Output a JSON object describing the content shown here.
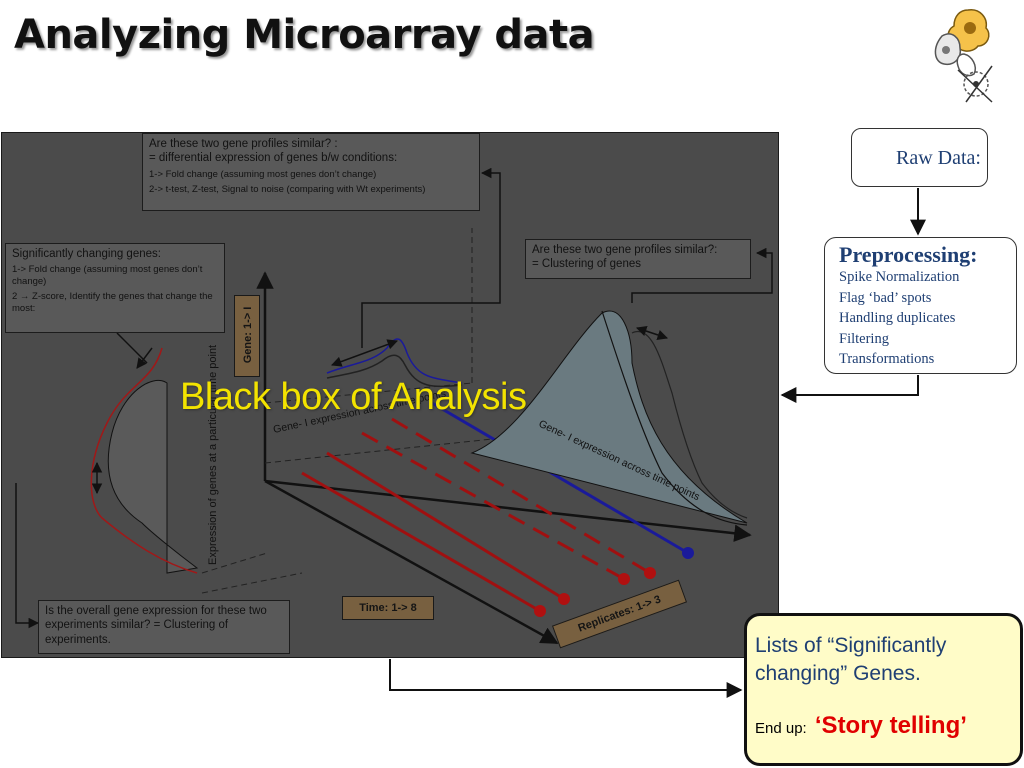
{
  "title": "Analyzing Microarray data",
  "colors": {
    "panel_bg": "#4b4b4b",
    "box_text": "#1f3f73",
    "highlight_yellow": "#f3e300",
    "story_red": "#e00000",
    "line_red": "#a01010",
    "line_blue": "#1a1a9a",
    "list_bg": "#fffcc8"
  },
  "diagram": {
    "q_similar_profiles": {
      "heading": "Are these two gene profiles similar? :",
      "line2": "= differential expression of genes b/w conditions:",
      "point1": "1-> Fold change (assuming most genes don’t change)",
      "point2": "2-> t-test, Z-test, Signal to noise (comparing with Wt experiments)"
    },
    "q_sig_changing": {
      "heading": "Significantly changing genes:",
      "point1": "1-> Fold change (assuming most genes don’t change)",
      "point2": "2 → Z-score, Identify the genes that change the most:"
    },
    "q_clustering_genes": {
      "heading": "Are these two gene profiles similar?:",
      "line2": "= Clustering of genes"
    },
    "q_overall": {
      "text": "Is the overall gene expression for these two experiments similar? = Clustering of experiments."
    },
    "gene_tag": "Gene: 1-> I",
    "time_tag": "Time: 1-> 8",
    "replicates_tag": "Replicates: 1-> 3",
    "axis_vertical_label": "Expression of genes at a particular time point",
    "axis_gene_i_front": "Gene- I expression across time points",
    "axis_gene_i_back": "Gene- I expression across time points",
    "overlay": "Black box of Analysis"
  },
  "pipeline": {
    "raw": "Raw Data:",
    "pre_heading": "Preprocessing:",
    "pre_items": [
      "Spike Normalization",
      "Flag ‘bad’ spots",
      "Handling duplicates",
      "Filtering",
      "Transformations"
    ]
  },
  "result": {
    "line1": "Lists of “Significantly changing” Genes.",
    "endup_label": "End up:",
    "story": "‘Story telling’"
  }
}
